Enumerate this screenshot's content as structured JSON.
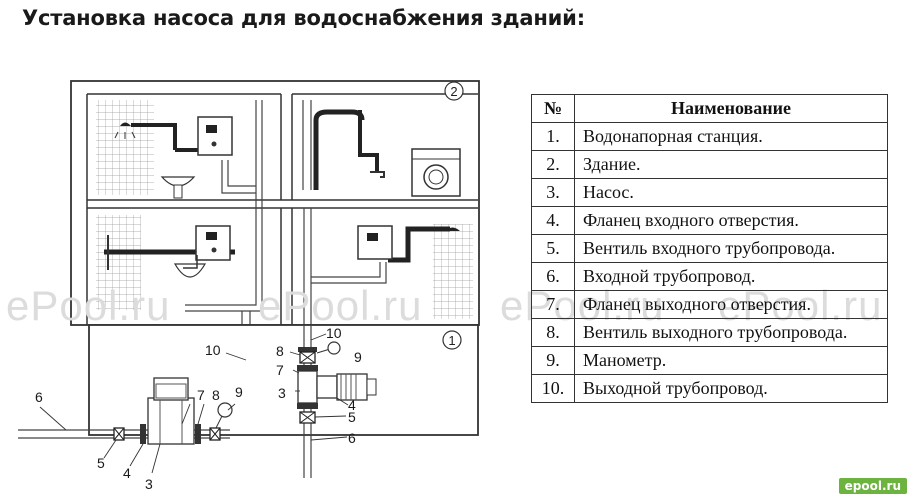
{
  "title": "Установка насоса для водоснабжения зданий:",
  "diagram": {
    "building_marker": "2",
    "station_marker": "1",
    "labels_left": {
      "pipe_out": "10",
      "manometer": "9",
      "flange_out": "7",
      "valve_out": "8",
      "pipe_in": "6",
      "valve_in": "5",
      "flange_in": "4",
      "pump": "3"
    },
    "labels_center": {
      "pipe_out": "10",
      "valve_out": "8",
      "manometer": "9",
      "flange_out": "7",
      "pump": "3",
      "flange_in": "4",
      "valve_in": "5",
      "pipe_in": "6"
    }
  },
  "legend": {
    "header_num": "№",
    "header_name": "Наименование",
    "rows": [
      {
        "num": "1.",
        "name": "Водонапорная станция."
      },
      {
        "num": "2.",
        "name": "Здание."
      },
      {
        "num": "3.",
        "name": "Насос."
      },
      {
        "num": "4.",
        "name": "Фланец входного отверстия."
      },
      {
        "num": "5.",
        "name": "Вентиль входного трубопровода."
      },
      {
        "num": "6.",
        "name": "Входной трубопровод."
      },
      {
        "num": "7.",
        "name": "Фланец выходного отверстия."
      },
      {
        "num": "8.",
        "name": "Вентиль выходного трубопровода."
      },
      {
        "num": "9.",
        "name": "Манометр."
      },
      {
        "num": "10.",
        "name": "Выходной трубопровод."
      }
    ]
  },
  "watermark": {
    "w1": "ePool.ru",
    "w2": "ePool.ru",
    "w3": "ePool.ru",
    "w4": "ePool.ru"
  },
  "footer_brand": "epool.ru"
}
